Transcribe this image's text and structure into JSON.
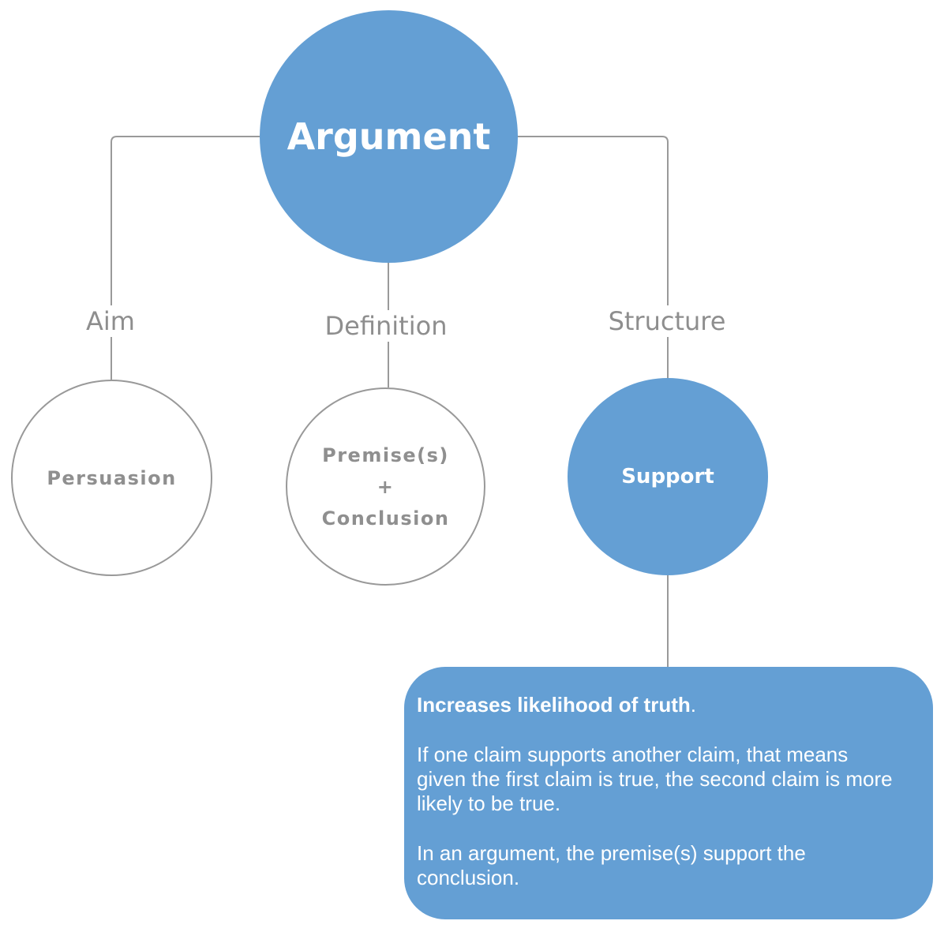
{
  "diagram": {
    "root": {
      "label": "Argument"
    },
    "branches": [
      {
        "edge_label": "Aim",
        "node_lines": [
          "Persuasion"
        ]
      },
      {
        "edge_label": "Definition",
        "node_lines": [
          "Premise(s)",
          "+",
          "Conclusion"
        ]
      },
      {
        "edge_label": "Structure",
        "node_lines": [
          "Support"
        ]
      }
    ],
    "detail": {
      "heading": "Increases likelihood of truth",
      "heading_suffix": ".",
      "paragraph_1": "If one claim supports another claim, that means given the first claim is true, the second claim is more likely to be true.",
      "paragraph_2": "In an argument, the premise(s) support the conclusion."
    }
  },
  "colors": {
    "accent_fill": "#649fd4",
    "connector_line": "#9a9a9a",
    "outline_text": "#8f8f8f"
  }
}
